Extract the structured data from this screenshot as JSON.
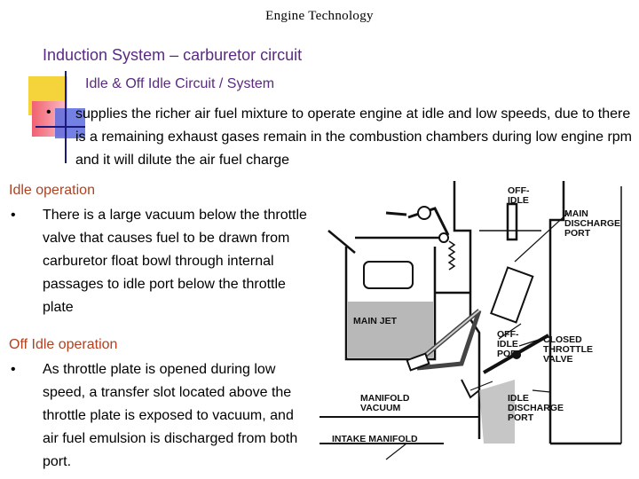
{
  "header": "Engine Technology",
  "title": "Induction System – carburetor circuit",
  "subtitle": "Idle & Off Idle Circuit / System",
  "main_bullet": "supplies the richer air fuel mixture to operate engine at idle and low speeds, due to there is a remaining exhaust gases remain in the combustion chambers during low engine rpm and it will dilute the air fuel charge",
  "idle": {
    "heading": "Idle operation",
    "text": "There is a large vacuum below the throttle valve that causes fuel to be drawn from carburetor float bowl through internal passages to idle port below the throttle plate"
  },
  "off_idle": {
    "heading": "Off Idle operation",
    "text": "As throttle plate is opened during low speed, a transfer slot located above the throttle plate is exposed to vacuum, and air fuel emulsion is discharged from both port."
  },
  "diagram_labels": {
    "main_discharge_port": [
      "MAIN",
      "DISCHARGE",
      "PORT"
    ],
    "off_idle_port": [
      "OFF-",
      "IDLE",
      "PORT"
    ],
    "main_jet": "MAIN JET",
    "closed_throttle_valve": [
      "CLOSED",
      "THROTTLE",
      "VALVE"
    ],
    "manifold_vacuum": [
      "MANIFOLD",
      "VACUUM"
    ],
    "idle_discharge_port": [
      "IDLE",
      "DISCHARGE",
      "PORT"
    ],
    "intake_manifold": "INTAKE MANIFOLD"
  },
  "colors": {
    "title": "#5a2a82",
    "section_heading": "#b04020",
    "deco_yellow": "#f5d33a",
    "deco_blue": "#5a6be0",
    "deco_red": "#f06070"
  }
}
